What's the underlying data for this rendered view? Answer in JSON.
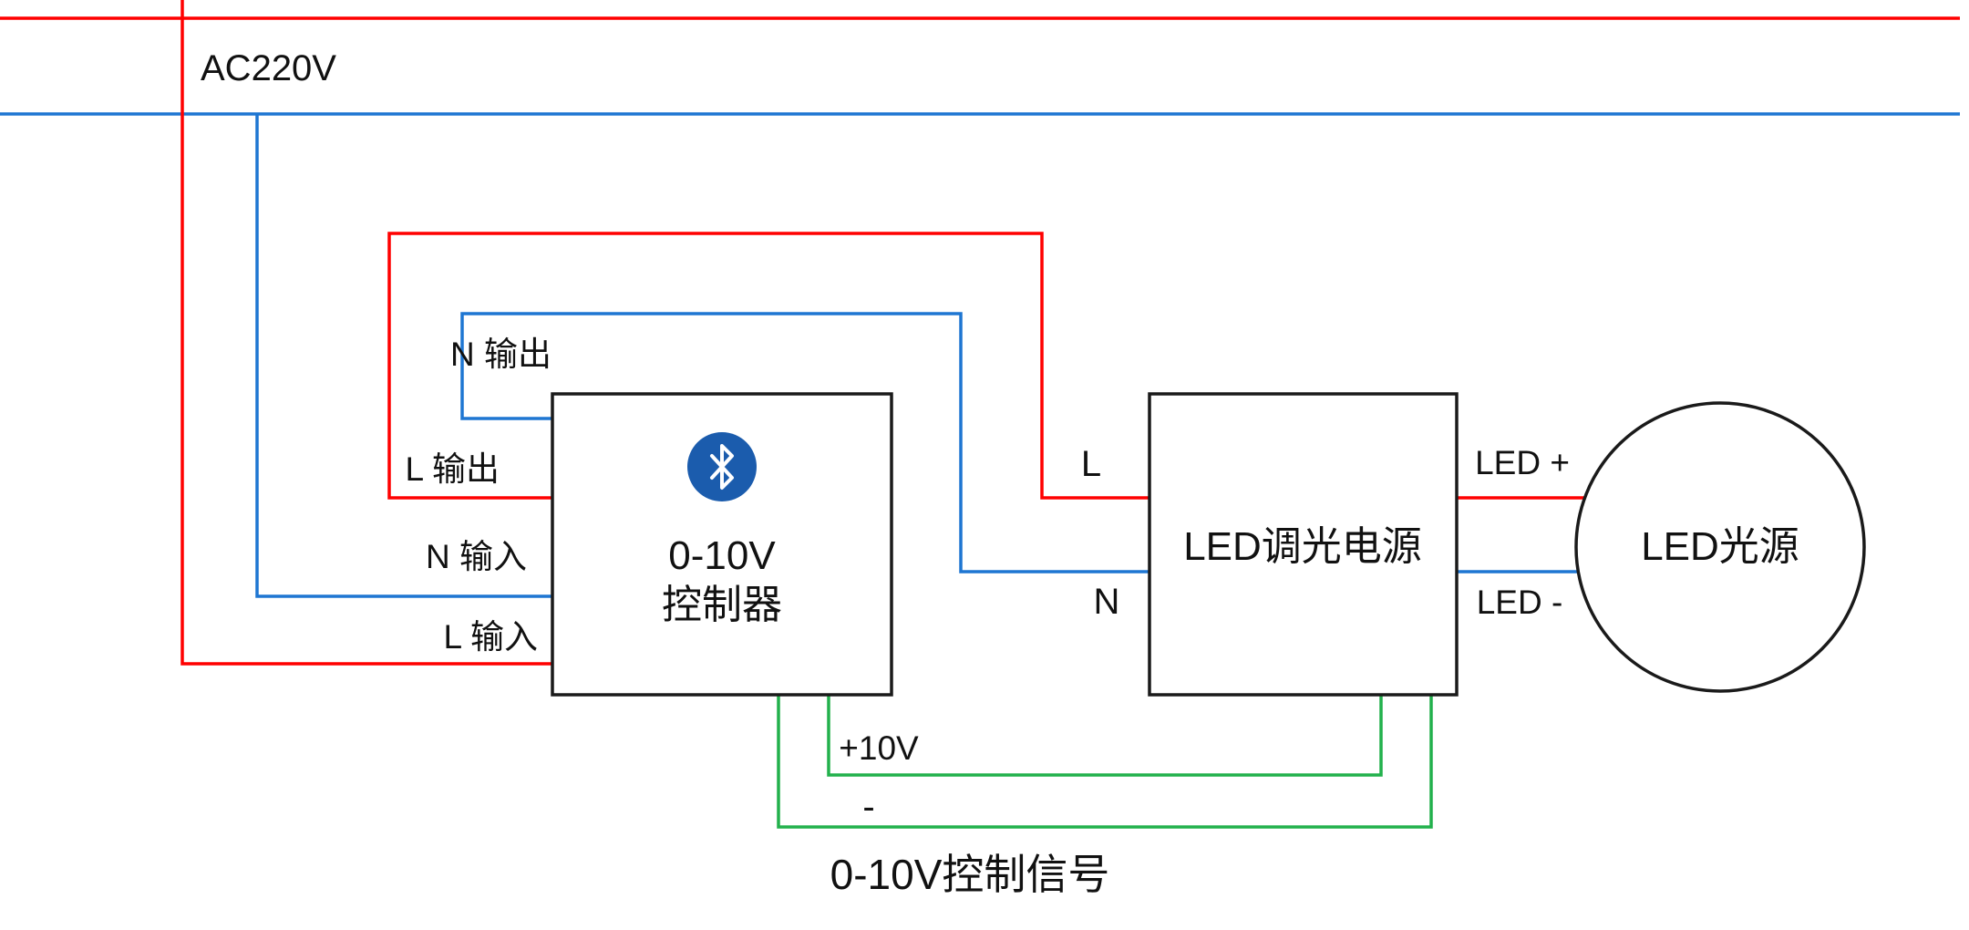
{
  "colors": {
    "live": "#ff0000",
    "neutral": "#1e76d2",
    "signal": "#22b14c",
    "outline": "#1a1a1a",
    "text": "#111111",
    "bluetooth": "#1b5cad"
  },
  "power_bus": {
    "label": "AC220V"
  },
  "controller": {
    "label_line1": "0-10V",
    "label_line2": "控制器",
    "icon": "bluetooth-icon",
    "terminals": {
      "n_output": "N 输出",
      "l_output": "L 输出",
      "n_input": "N 输入",
      "l_input": "L 输入"
    }
  },
  "driver": {
    "label": "LED调光电源",
    "terminals": {
      "live": "L",
      "neutral": "N",
      "led_positive": "LED +",
      "led_negative": "LED -"
    }
  },
  "lamp": {
    "label": "LED光源"
  },
  "control_signal": {
    "positive": "+10V",
    "negative": "-",
    "caption": "0-10V控制信号"
  }
}
